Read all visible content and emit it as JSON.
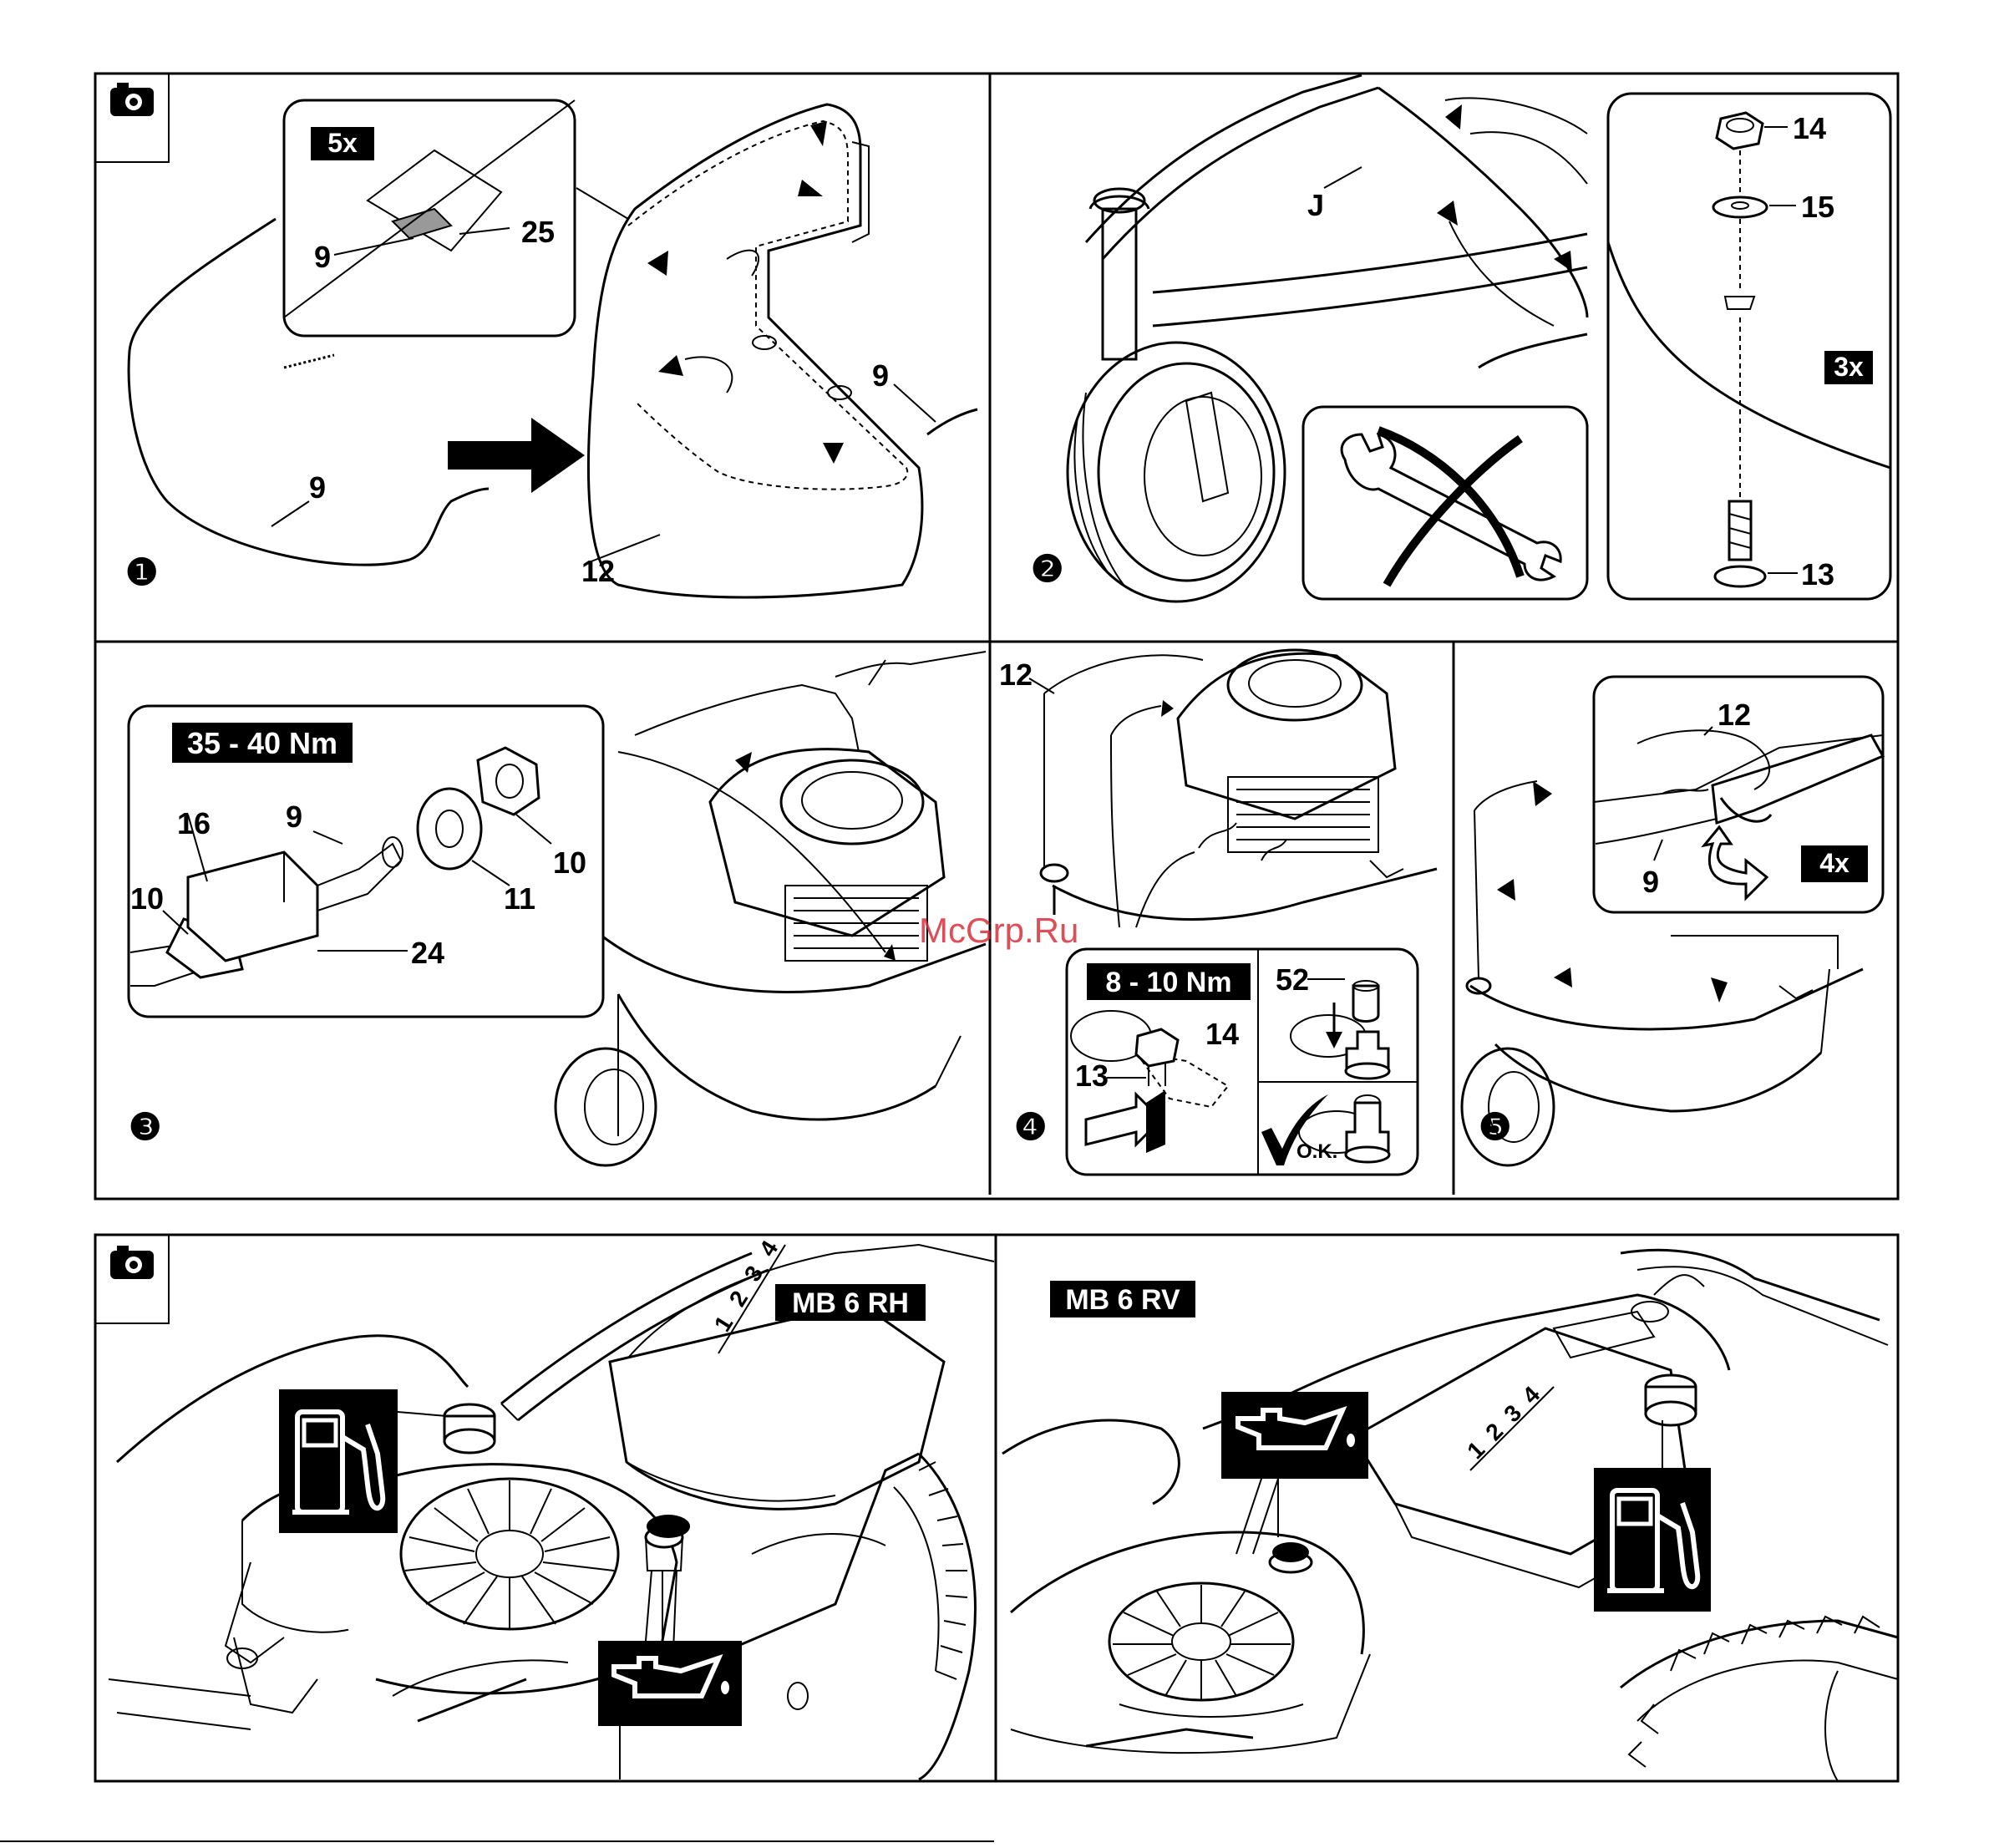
{
  "watermark": "McGrp.Ru",
  "panels": {
    "p1": {
      "step": "❶",
      "tag": "5x",
      "labels": {
        "l25": "25",
        "l9a": "9",
        "l9b": "9",
        "l9c": "9",
        "l12": "12"
      }
    },
    "p2": {
      "step": "❷",
      "tag": "3x",
      "labels": {
        "lJ": "J",
        "l14": "14",
        "l15": "15",
        "l13": "13"
      }
    },
    "p3": {
      "step": "❸",
      "tag": "35 - 40 Nm",
      "labels": {
        "l16": "16",
        "l9": "9",
        "l10a": "10",
        "l10b": "10",
        "l11": "11",
        "l24": "24"
      }
    },
    "p4": {
      "step": "❹",
      "tag": "8 - 10 Nm",
      "labels": {
        "l12": "12",
        "l52": "52",
        "l14": "14",
        "l13": "13",
        "ok": "O.K."
      }
    },
    "p5": {
      "step": "❺",
      "tag": "4x",
      "labels": {
        "l12": "12",
        "l9": "9"
      }
    }
  },
  "bottom": {
    "left_model": "MB 6 RH",
    "right_model": "MB 6 RV",
    "gear_left": [
      "1",
      "2",
      "3",
      "4"
    ],
    "gear_right": [
      "1",
      "2",
      "3",
      "4"
    ]
  },
  "icons": [
    "camera-icon",
    "fuel-pump-icon",
    "oil-can-icon",
    "wrench-icon",
    "check-icon"
  ]
}
